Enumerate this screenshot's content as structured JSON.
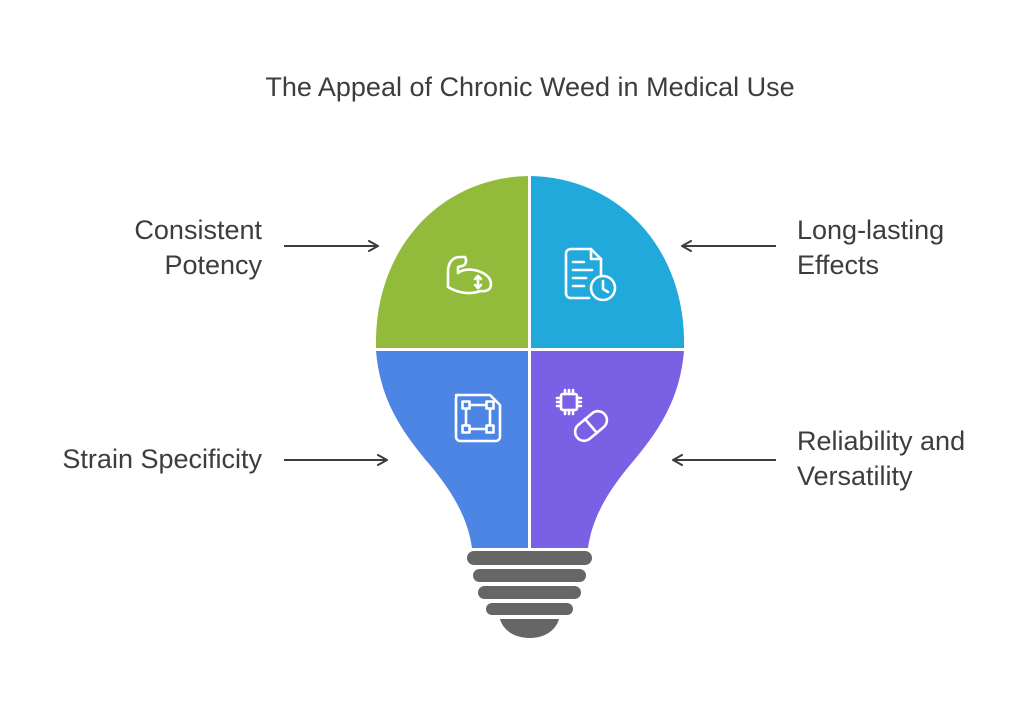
{
  "title": "The Appeal of Chronic Weed in Medical Use",
  "segments": [
    {
      "id": "consistent-potency",
      "lines": [
        "Consistent",
        "Potency"
      ],
      "color": "#92bb3c",
      "icon": "flexed-arm-icon"
    },
    {
      "id": "long-lasting-effects",
      "lines": [
        "Long-lasting",
        "Effects"
      ],
      "color": "#22a9db",
      "icon": "document-clock-icon"
    },
    {
      "id": "strain-specificity",
      "lines": [
        "Strain Specificity"
      ],
      "color": "#4d85e4",
      "icon": "sim-card-icon"
    },
    {
      "id": "reliability-versatility",
      "lines": [
        "Reliability and",
        "Versatility"
      ],
      "color": "#7a60e5",
      "icon": "chip-pill-icon"
    }
  ],
  "colors": {
    "text": "#3d3d3d",
    "arrow": "#3d3d3d",
    "base": "#666666",
    "icon": "#ffffff"
  }
}
